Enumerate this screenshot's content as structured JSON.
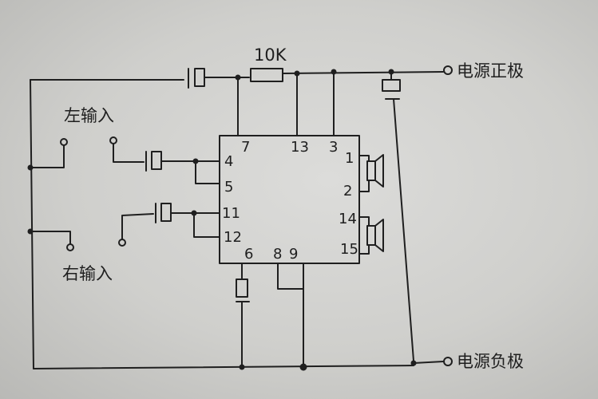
{
  "diagram": {
    "resistor_label": "10K",
    "ic_pins": {
      "p7": "7",
      "p13": "13",
      "p3": "3",
      "p1": "1",
      "p2": "2",
      "p4": "4",
      "p5": "5",
      "p11": "11",
      "p12": "12",
      "p6": "6",
      "p8": "8",
      "p9": "9",
      "p14": "14",
      "p15": "15"
    },
    "labels": {
      "power_positive": "电源正极",
      "power_negative": "电源负极",
      "left_input": "左输入",
      "right_input": "右输入"
    }
  }
}
